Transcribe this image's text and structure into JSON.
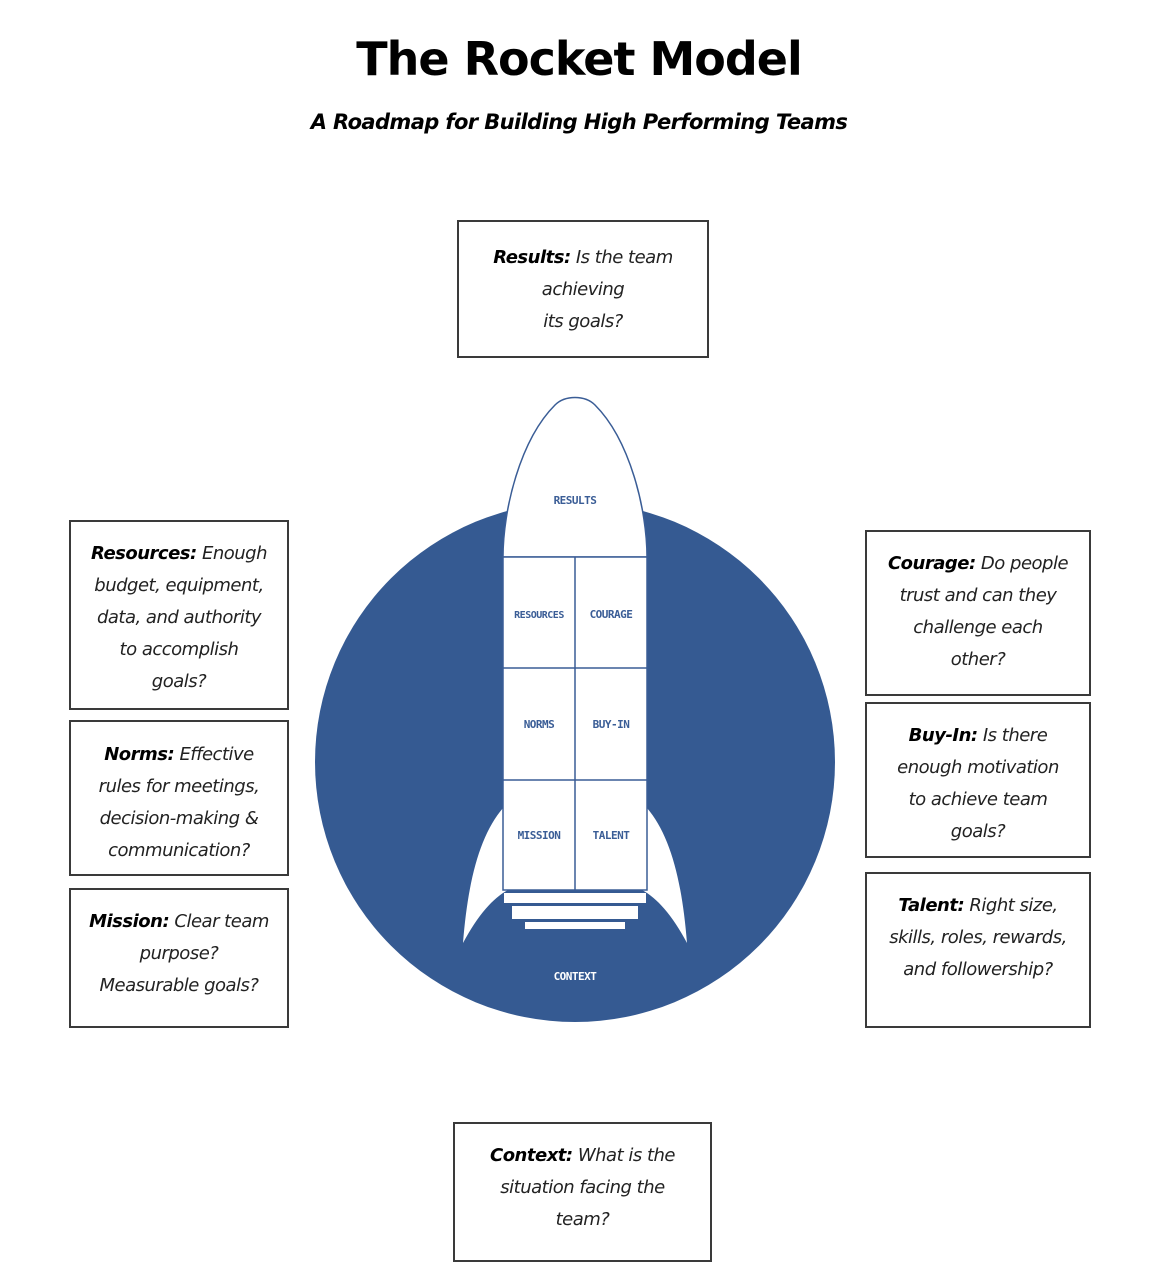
{
  "header": {
    "title": "The Rocket Model",
    "subtitle": "A Roadmap for Building High Performing Teams"
  },
  "colors": {
    "circle": "#355a92",
    "rocket_fill": "#ffffff",
    "rocket_line": "#3a5d96",
    "box_border": "#3a3a3a"
  },
  "rocket": {
    "nose": "RESULTS",
    "cells": {
      "resources": "RESOURCES",
      "courage": "COURAGE",
      "norms": "NORMS",
      "buy_in": "BUY-IN",
      "mission": "MISSION",
      "talent": "TALENT"
    },
    "base": "CONTEXT"
  },
  "boxes": {
    "results": {
      "label": "Results:",
      "lines": [
        "Is the team",
        "achieving",
        "its goals?"
      ]
    },
    "resources": {
      "label": "Resources:",
      "lines": [
        "Enough",
        "budget, equipment,",
        "data, and authority",
        "to accomplish",
        "goals?"
      ]
    },
    "norms": {
      "label": "Norms:",
      "lines": [
        "Effective",
        "rules for meetings,",
        "decision-making &",
        "communication?"
      ]
    },
    "mission": {
      "label": "Mission:",
      "lines": [
        "Clear team",
        "purpose?",
        "Measurable goals?"
      ]
    },
    "courage": {
      "label": "Courage:",
      "lines": [
        "Do people",
        "trust and can they",
        "challenge each",
        "other?"
      ]
    },
    "buy_in": {
      "label": "Buy-In:",
      "lines": [
        "Is there",
        "enough motivation",
        "to achieve team",
        "goals?"
      ]
    },
    "talent": {
      "label": "Talent:",
      "lines": [
        "Right size,",
        "skills, roles, rewards,",
        "and followership?"
      ]
    },
    "context": {
      "label": "Context:",
      "lines": [
        "What is the",
        "situation facing the",
        "team?"
      ]
    }
  }
}
